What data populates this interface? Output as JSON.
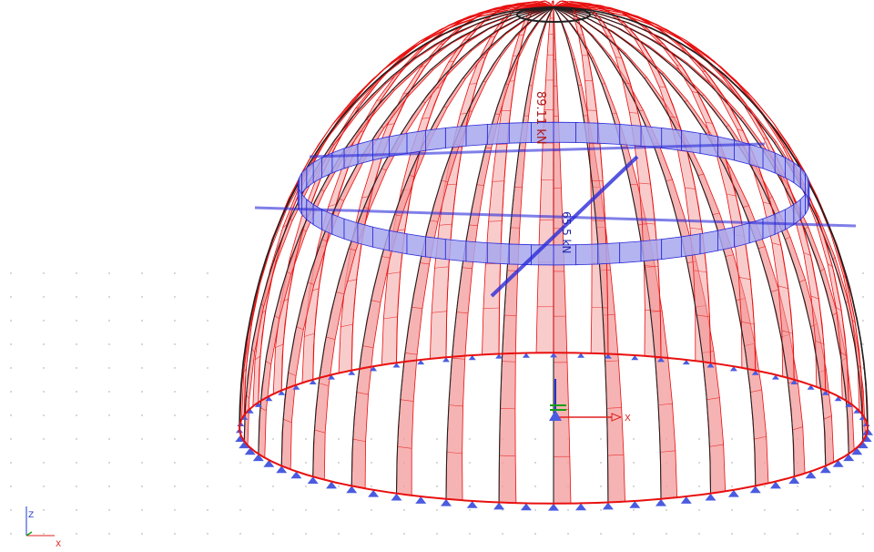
{
  "view": {
    "background": "#ffffff",
    "grid_dot_color": "#9a9a9a"
  },
  "labels": {
    "axial_force": "89.11 kN",
    "ring_force": "65.5 kN"
  },
  "axes": {
    "z": "Z",
    "x": "X"
  },
  "origin_axes": {
    "x": "X"
  },
  "colors": {
    "compression": "#e81010",
    "compression_fill": "#f39a9a",
    "tension": "#2a2ad8",
    "tension_fill": "#a7a7ee",
    "member": "#202020",
    "support": "#4a5be0",
    "axis_green": "#14a014",
    "axis_red": "#e02020",
    "axis_blue": "#1c36d0"
  }
}
